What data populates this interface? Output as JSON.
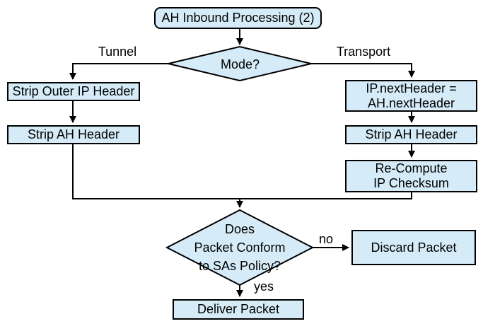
{
  "diagram": {
    "title": "AH Inbound Processing (2)",
    "colors": {
      "node_fill": "#d5ecf8",
      "node_border": "#000000",
      "line": "#000000",
      "background": "#ffffff"
    },
    "nodes": {
      "start": {
        "label": "AH Inbound Processing (2)",
        "shape": "rounded-rectangle"
      },
      "mode": {
        "label": "Mode?",
        "shape": "diamond"
      },
      "strip_outer_ip": {
        "label": "Strip Outer IP Header",
        "shape": "rectangle"
      },
      "strip_ah_tunnel": {
        "label": "Strip AH Header",
        "shape": "rectangle"
      },
      "set_next_header": {
        "label": "IP.nextHeader =\nAH.nextHeader",
        "shape": "rectangle"
      },
      "strip_ah_transport": {
        "label": "Strip AH Header",
        "shape": "rectangle"
      },
      "recompute_checksum": {
        "label": "Re-Compute\nIP Checksum",
        "shape": "rectangle"
      },
      "policy_check": {
        "label": "Does\nPacket Conform\nto SAs Policy?",
        "shape": "diamond"
      },
      "discard": {
        "label": "Discard Packet",
        "shape": "rectangle"
      },
      "deliver": {
        "label": "Deliver Packet",
        "shape": "rectangle"
      }
    },
    "edge_labels": {
      "tunnel": "Tunnel",
      "transport": "Transport",
      "no": "no",
      "yes": "yes"
    }
  }
}
